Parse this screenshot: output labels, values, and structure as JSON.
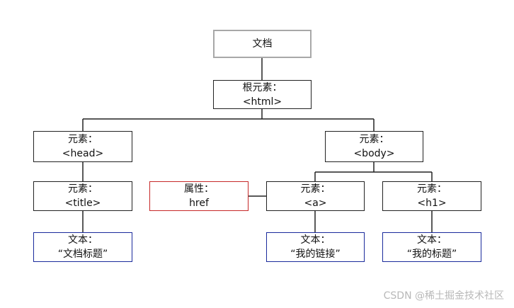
{
  "nodes": {
    "document": {
      "line1": "文档"
    },
    "html": {
      "line1": "根元素：",
      "line2": "<html>"
    },
    "head": {
      "line1": "元素：",
      "line2": "<head>"
    },
    "body": {
      "line1": "元素：",
      "line2": "<body>"
    },
    "title": {
      "line1": "元素：",
      "line2": "<title>"
    },
    "attr_href": {
      "line1": "属性：",
      "line2": "href"
    },
    "a": {
      "line1": "元素：",
      "line2": "<a>"
    },
    "h1": {
      "line1": "元素：",
      "line2": "<h1>"
    },
    "text_title": {
      "line1": "文本：",
      "line2": "“文档标题”"
    },
    "text_link": {
      "line1": "文本：",
      "line2": "“我的链接”"
    },
    "text_heading": {
      "line1": "文本：",
      "line2": "“我的标题”"
    }
  },
  "colors": {
    "line": "#222222",
    "document_border": "#a8a8a8",
    "attribute_border": "#c62828",
    "text_border": "#1a2a9c"
  },
  "watermark": "CSDN @稀土掘金技术社区"
}
